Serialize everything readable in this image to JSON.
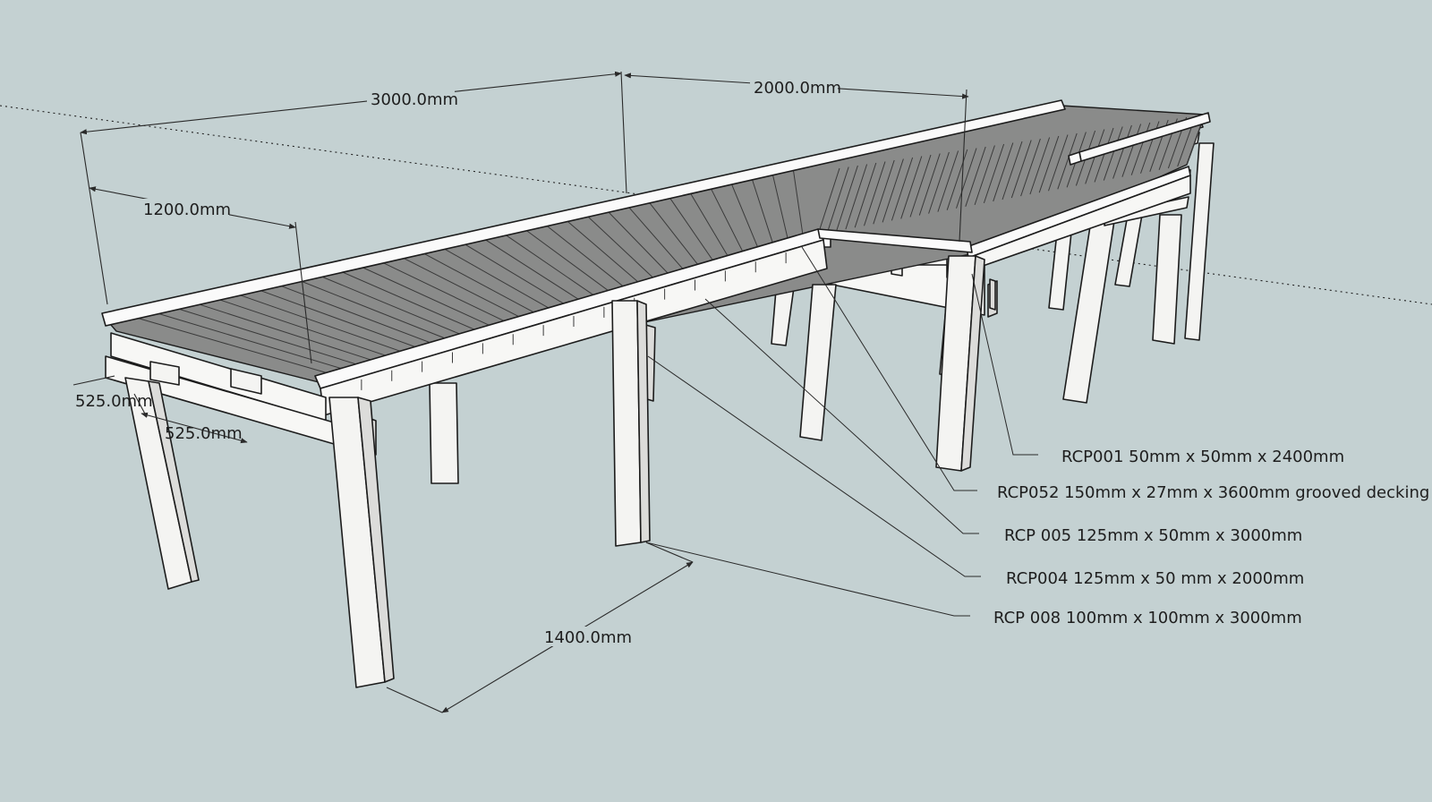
{
  "dimensions": {
    "d3000": "3000.0mm",
    "d2000": "2000.0mm",
    "d1200": "1200.0mm",
    "d525a": "525.0mm",
    "d525b": "525.0mm",
    "d1400": "1400.0mm"
  },
  "callouts": {
    "rcp001": "RCP001 50mm x 50mm x 2400mm",
    "rcp052": "RCP052 150mm x 27mm x 3600mm grooved decking",
    "rcp005": "RCP 005 125mm x 50mm x 3000mm",
    "rcp004": "RCP004 125mm x 50 mm x 2000mm",
    "rcp008": "RCP 008 100mm x 100mm x 3000mm"
  },
  "colors": {
    "background": "#c4d1d2",
    "decking": "#8a8b8a",
    "timber": "#f4f4f2"
  }
}
